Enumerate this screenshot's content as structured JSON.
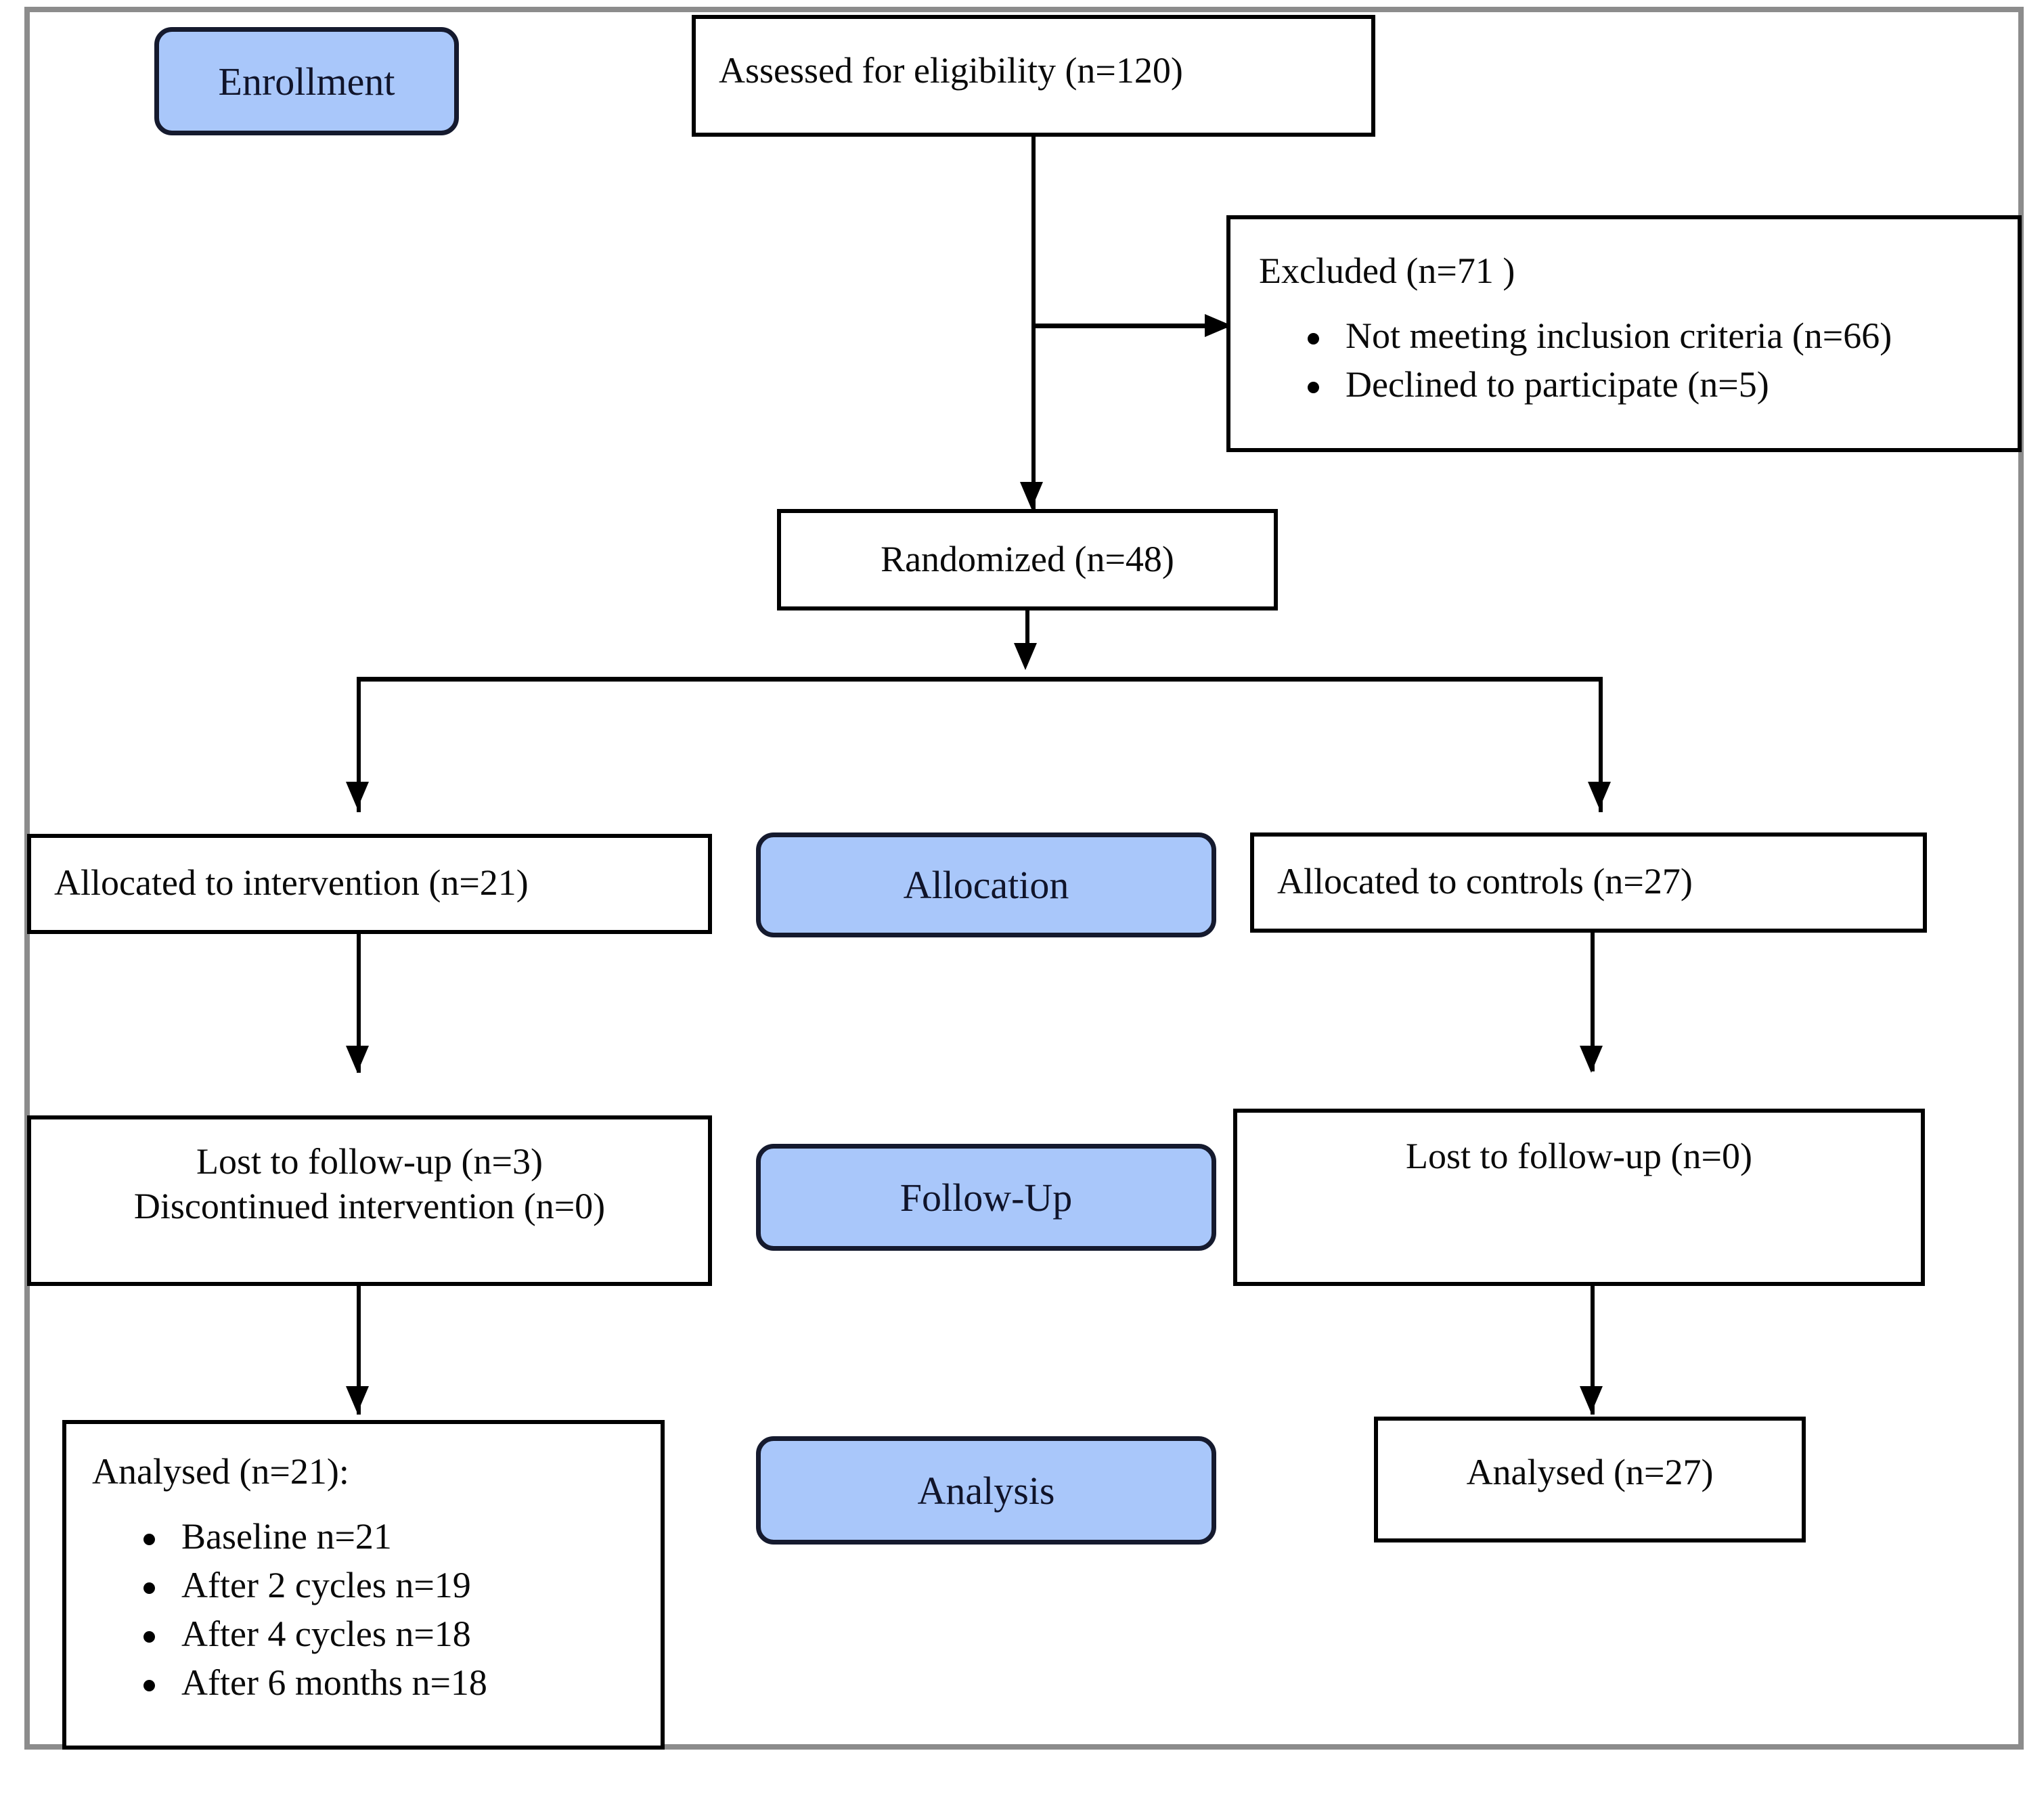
{
  "diagram": {
    "title": "CONSORT participant flow diagram",
    "accent_blue": "#a9c7fa",
    "frame_color": "#8c8c8c",
    "stroke_color": "#000000"
  },
  "stages": {
    "enrollment": "Enrollment",
    "allocation": "Allocation",
    "followup": "Follow-Up",
    "analysis": "Analysis"
  },
  "nodes": {
    "assessed": "Assessed for eligibility  (n=120)",
    "excluded_title": "Excluded  (n=71 )",
    "excluded_items": [
      "Not meeting  inclusion  criteria  (n=66)",
      "Declined  to participate  (n=5)"
    ],
    "randomized": "Randomized  (n=48)",
    "allocated_intervention": "Allocated  to intervention  (n=21)",
    "allocated_controls": "Allocated  to controls  (n=27)",
    "lost_intervention_line1": "Lost to follow-up (n=3)",
    "lost_intervention_line2": "Discontinued intervention  (n=0)",
    "lost_controls": "Lost to follow-up (n=0)",
    "analysed_intervention_title": "Analysed (n=21):",
    "analysed_intervention_items": [
      "Baseline n=21",
      "After 2 cycles  n=19",
      "After 4 cycles  n=18",
      "After 6 months  n=18"
    ],
    "analysed_controls": "Analysed (n=27)"
  }
}
